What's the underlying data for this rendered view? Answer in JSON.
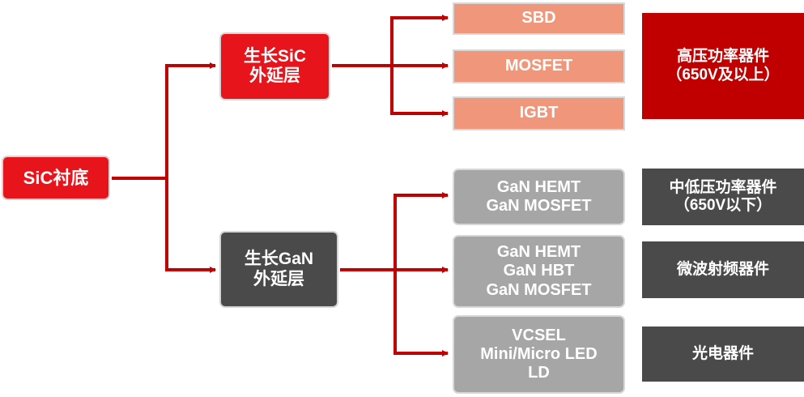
{
  "root": {
    "label": "SiC衬底"
  },
  "branches": [
    {
      "id": "sic",
      "lines": [
        "生长SiC",
        "外延层"
      ],
      "color": "#e8141c"
    },
    {
      "id": "gan",
      "lines": [
        "生长GaN",
        "外延层"
      ],
      "color": "#4a4a4a"
    }
  ],
  "devices": [
    {
      "id": "sbd",
      "lines": [
        "SBD"
      ],
      "branch": "sic",
      "color": "#f0977b"
    },
    {
      "id": "mosfet",
      "lines": [
        "MOSFET"
      ],
      "branch": "sic",
      "color": "#f0977b"
    },
    {
      "id": "igbt",
      "lines": [
        "IGBT"
      ],
      "branch": "sic",
      "color": "#f0977b"
    },
    {
      "id": "gan-power",
      "lines": [
        "GaN HEMT",
        "GaN MOSFET"
      ],
      "branch": "gan",
      "color": "#a6a6a6"
    },
    {
      "id": "gan-rf",
      "lines": [
        "GaN HEMT",
        "GaN HBT",
        "GaN MOSFET"
      ],
      "branch": "gan",
      "color": "#a6a6a6"
    },
    {
      "id": "gan-opto",
      "lines": [
        "VCSEL",
        "Mini/Micro LED",
        "LD"
      ],
      "branch": "gan",
      "color": "#a6a6a6"
    }
  ],
  "applications": [
    {
      "id": "high-voltage",
      "lines": [
        "高压功率器件",
        "（650V及以上）"
      ],
      "color": "#c00000"
    },
    {
      "id": "mid-low-voltage",
      "lines": [
        "中低压功率器件",
        "（650V以下）"
      ],
      "color": "#4a4a4a"
    },
    {
      "id": "microwave-rf",
      "lines": [
        "微波射频器件"
      ],
      "color": "#4a4a4a"
    },
    {
      "id": "optoelectronic",
      "lines": [
        "光电器件"
      ],
      "color": "#4a4a4a"
    }
  ],
  "colors": {
    "connector": "#c00000"
  }
}
